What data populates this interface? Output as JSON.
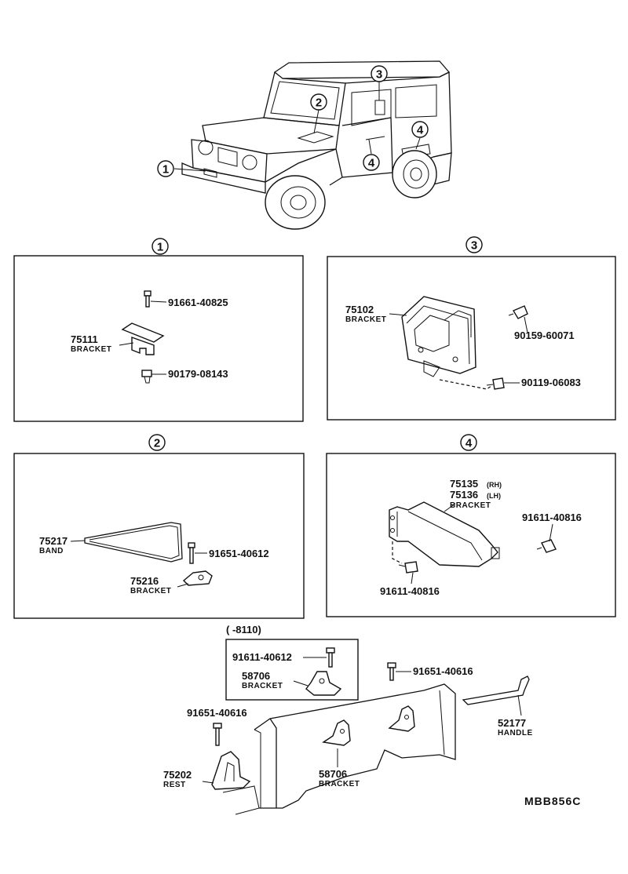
{
  "vehicle": {
    "callouts": [
      "1",
      "2",
      "3",
      "4",
      "4"
    ]
  },
  "panels": [
    {
      "id": "1",
      "parts": [
        {
          "number": "91661-40825",
          "name": ""
        },
        {
          "number": "75111",
          "name": "BRACKET"
        },
        {
          "number": "90179-08143",
          "name": ""
        }
      ]
    },
    {
      "id": "3",
      "parts": [
        {
          "number": "75102",
          "name": "BRACKET"
        },
        {
          "number": "90159-60071",
          "name": ""
        },
        {
          "number": "90119-06083",
          "name": ""
        }
      ]
    },
    {
      "id": "2",
      "parts": [
        {
          "number": "75217",
          "name": "BAND"
        },
        {
          "number": "91651-40612",
          "name": ""
        },
        {
          "number": "75216",
          "name": "BRACKET"
        }
      ]
    },
    {
      "id": "4",
      "parts": [
        {
          "number": "75135",
          "suffix": "(RH)"
        },
        {
          "number": "75136",
          "suffix": "(LH)",
          "name": "BRACKET"
        },
        {
          "number": "91611-40816",
          "name": ""
        },
        {
          "number": "91611-40816",
          "name": ""
        }
      ]
    }
  ],
  "bottom": {
    "range_label": "(      -8110)",
    "parts": [
      {
        "number": "91611-40612",
        "name": ""
      },
      {
        "number": "58706",
        "name": "BRACKET"
      },
      {
        "number": "91651-40616",
        "name": ""
      },
      {
        "number": "91651-40616",
        "name": ""
      },
      {
        "number": "52177",
        "name": "HANDLE"
      },
      {
        "number": "75202",
        "name": "REST"
      },
      {
        "number": "58706",
        "name": "BRACKET"
      }
    ]
  },
  "diagram_code": "MBB856C"
}
